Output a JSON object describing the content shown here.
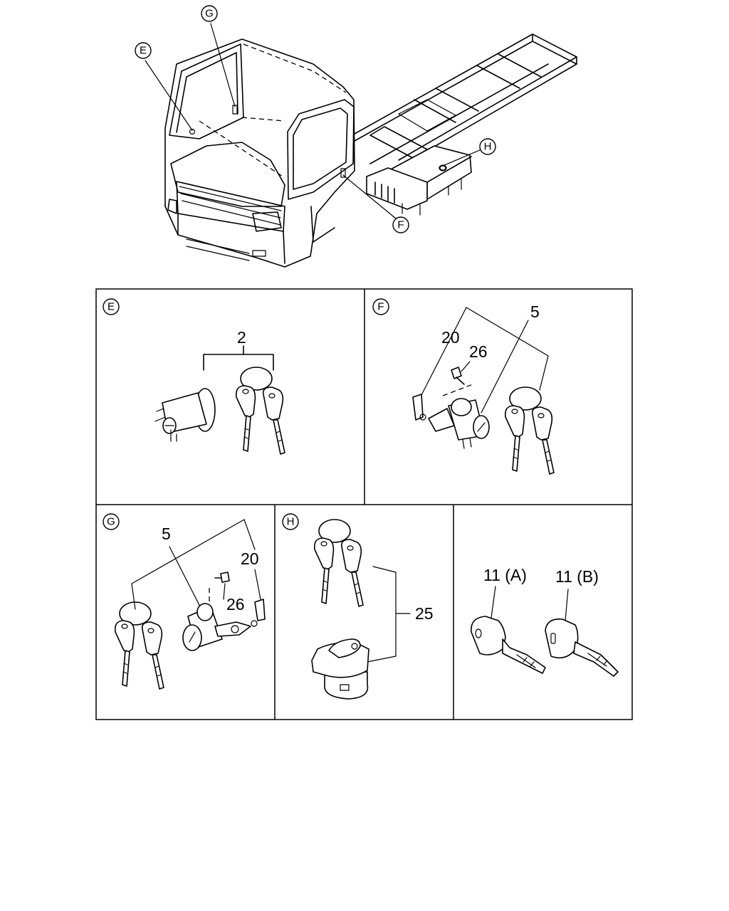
{
  "truck_callouts": {
    "e": "E",
    "f": "F",
    "g": "G",
    "h": "H"
  },
  "panels": {
    "e": {
      "letter": "E",
      "part": "2"
    },
    "f": {
      "letter": "F",
      "part_a": "20",
      "part_b": "26",
      "part_c": "5"
    },
    "g": {
      "letter": "G",
      "part_a": "5",
      "part_b": "20",
      "part_c": "26"
    },
    "h": {
      "letter": "H",
      "part": "25"
    },
    "keys": {
      "key_a": "11 (A)",
      "key_b": "11 (B)"
    }
  }
}
